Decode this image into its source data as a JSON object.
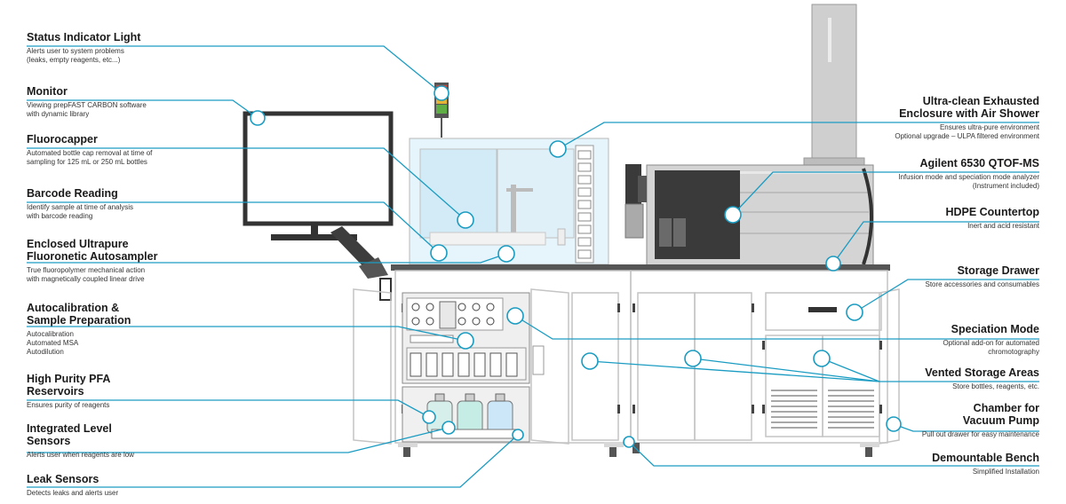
{
  "colors": {
    "leader": "#1a9cc2",
    "metal": "#cfcfcf",
    "dark_panel": "#3a3a3a",
    "light_blue": "#e6f4fb",
    "outline": "#b8b8b8"
  },
  "left_callouts": [
    {
      "title_lines": [
        "Status Indicator Light"
      ],
      "desc": [
        "Alerts user to system problems",
        "(leaks, empty reagents, etc...)"
      ]
    },
    {
      "title_lines": [
        "Monitor"
      ],
      "desc": [
        "Viewing prepFAST CARBON software",
        "with dynamic library"
      ]
    },
    {
      "title_lines": [
        "Fluorocapper"
      ],
      "desc": [
        "Automated bottle cap removal at time of",
        "sampling for 125 mL or 250 mL bottles"
      ]
    },
    {
      "title_lines": [
        "Barcode Reading"
      ],
      "desc": [
        "Identify sample at time of analysis",
        "with barcode reading"
      ]
    },
    {
      "title_lines": [
        "Enclosed Ultrapure",
        "Fluoronetic Autosampler"
      ],
      "desc": [
        "True fluoropolymer mechanical action",
        "with magnetically coupled linear drive"
      ]
    },
    {
      "title_lines": [
        "Autocalibration &",
        "Sample Preparation"
      ],
      "desc": [
        "Autocalibration",
        "Automated MSA",
        "Autodilution"
      ]
    },
    {
      "title_lines": [
        "High Purity PFA",
        "Reservoirs"
      ],
      "desc": [
        "Ensures purity of reagents"
      ]
    },
    {
      "title_lines": [
        "Integrated Level",
        "Sensors"
      ],
      "desc": [
        "Alerts user when reagents are low"
      ]
    },
    {
      "title_lines": [
        "Leak Sensors"
      ],
      "desc": [
        "Detects leaks and alerts user"
      ]
    }
  ],
  "right_callouts": [
    {
      "title_lines": [
        "Ultra-clean Exhausted",
        "Enclosure with Air Shower"
      ],
      "desc": [
        "Ensures ultra-pure environment",
        "Optional upgrade – ULPA filtered environment"
      ]
    },
    {
      "title_lines": [
        "Agilent 6530 QTOF-MS"
      ],
      "desc": [
        "Infusion mode and speciation mode analyzer",
        "(Instrument included)"
      ]
    },
    {
      "title_lines": [
        "HDPE Countertop"
      ],
      "desc": [
        "Inert and acid resistant"
      ]
    },
    {
      "title_lines": [
        "Storage Drawer"
      ],
      "desc": [
        "Store accessories and consumables"
      ]
    },
    {
      "title_lines": [
        "Speciation Mode"
      ],
      "desc": [
        "Optional add-on for automated",
        "chromotography"
      ]
    },
    {
      "title_lines": [
        "Vented Storage Areas"
      ],
      "desc": [
        "Store bottles, reagents, etc."
      ]
    },
    {
      "title_lines": [
        "Chamber for",
        "Vacuum Pump"
      ],
      "desc": [
        "Pull out drawer for easy maintenance"
      ]
    },
    {
      "title_lines": [
        "Demountable Bench"
      ],
      "desc": [
        "Simplified Installation"
      ]
    }
  ]
}
